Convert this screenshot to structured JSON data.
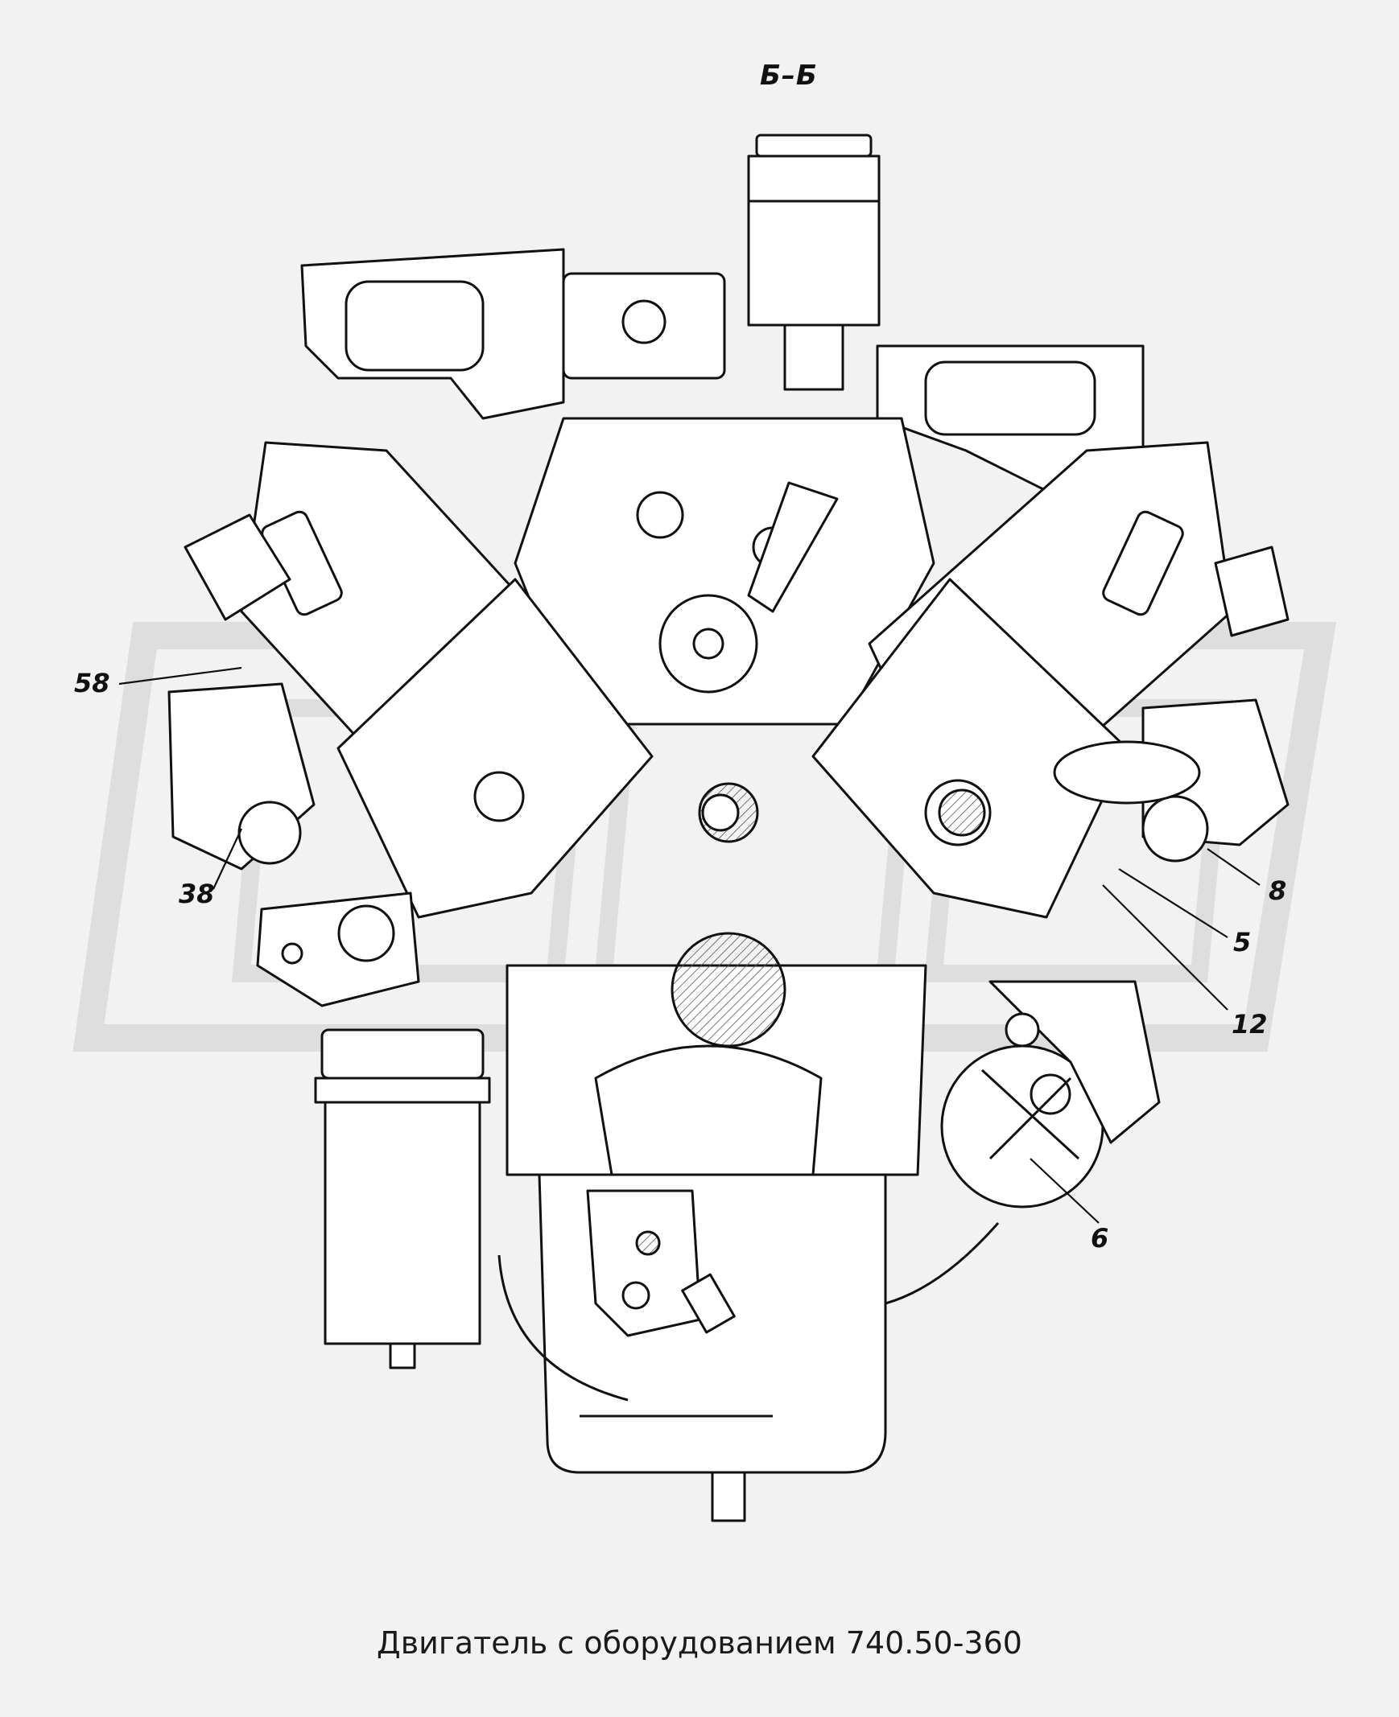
{
  "section_label": "Б–Б",
  "callouts": [
    "58",
    "38",
    "8",
    "5",
    "12",
    "6"
  ],
  "caption": "Двигатель с оборудованием  740.50-360",
  "colors": {
    "background": "#f2f2f2",
    "line": "#111111",
    "watermark": "#dedede",
    "hatch": "#555555"
  }
}
